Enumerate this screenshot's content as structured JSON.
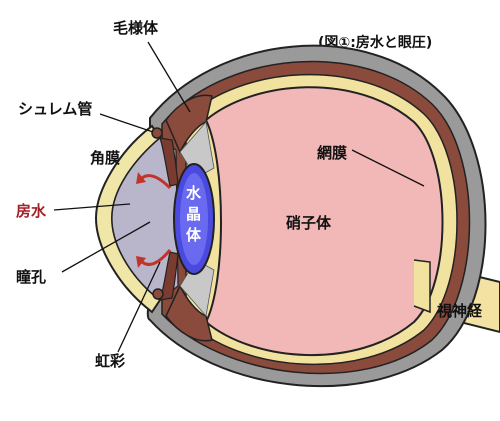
{
  "title": "(図①:房水と眼圧)",
  "labels": {
    "ciliary_body": "毛様体",
    "schlemm_canal": "シュレム管",
    "cornea": "角膜",
    "aqueous_humor": "房水",
    "pupil": "瞳孔",
    "iris": "虹彩",
    "lens_line1": "水",
    "lens_line2": "晶",
    "lens_line3": "体",
    "retina": "網膜",
    "vitreous": "硝子体",
    "optic_nerve": "視神経"
  },
  "colors": {
    "sclera": "#9a9a9a",
    "choroid": "#8a4a3c",
    "retina_rim": "#f2e2a0",
    "vitreous": "#f2b8b8",
    "cornea": "#efe6a8",
    "lens": "#4a4ae0",
    "aqueous_arrow": "#c0342a",
    "optic_nerve": "#f4e2a2"
  }
}
